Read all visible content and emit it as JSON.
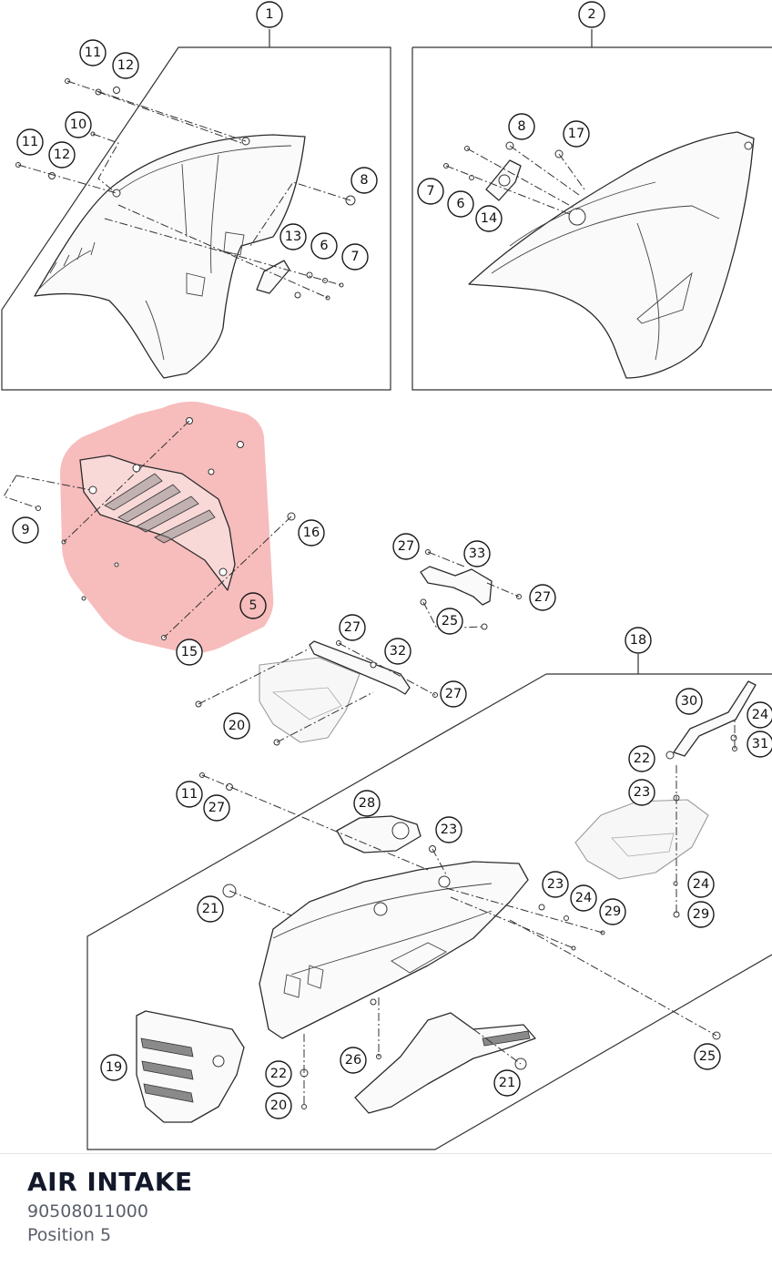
{
  "diagram": {
    "labels": [
      {
        "id": "g1",
        "text": "1"
      },
      {
        "id": "g2",
        "text": "2"
      },
      {
        "id": "a11",
        "text": "11"
      },
      {
        "id": "a12",
        "text": "12"
      },
      {
        "id": "a10",
        "text": "10"
      },
      {
        "id": "b11",
        "text": "11"
      },
      {
        "id": "b12",
        "text": "12"
      },
      {
        "id": "a8",
        "text": "8"
      },
      {
        "id": "a13",
        "text": "13"
      },
      {
        "id": "a6",
        "text": "6"
      },
      {
        "id": "a7",
        "text": "7"
      },
      {
        "id": "b8",
        "text": "8"
      },
      {
        "id": "b17",
        "text": "17"
      },
      {
        "id": "b7",
        "text": "7"
      },
      {
        "id": "b6",
        "text": "6"
      },
      {
        "id": "b14",
        "text": "14"
      },
      {
        "id": "c9",
        "text": "9"
      },
      {
        "id": "c16",
        "text": "16"
      },
      {
        "id": "c5",
        "text": "5"
      },
      {
        "id": "c15",
        "text": "15"
      },
      {
        "id": "d27a",
        "text": "27"
      },
      {
        "id": "d33",
        "text": "33"
      },
      {
        "id": "d27b",
        "text": "27"
      },
      {
        "id": "d25",
        "text": "25"
      },
      {
        "id": "d27c",
        "text": "27"
      },
      {
        "id": "d32",
        "text": "32"
      },
      {
        "id": "d27d",
        "text": "27"
      },
      {
        "id": "d20",
        "text": "20"
      },
      {
        "id": "g18",
        "text": "18"
      },
      {
        "id": "e30",
        "text": "30"
      },
      {
        "id": "e24a",
        "text": "24"
      },
      {
        "id": "e31",
        "text": "31"
      },
      {
        "id": "e22a",
        "text": "22"
      },
      {
        "id": "e23a",
        "text": "23"
      },
      {
        "id": "e11",
        "text": "11"
      },
      {
        "id": "e27",
        "text": "27"
      },
      {
        "id": "e28",
        "text": "28"
      },
      {
        "id": "e23b",
        "text": "23"
      },
      {
        "id": "e21a",
        "text": "21"
      },
      {
        "id": "e23c",
        "text": "23"
      },
      {
        "id": "e24b",
        "text": "24"
      },
      {
        "id": "e29a",
        "text": "29"
      },
      {
        "id": "e24c",
        "text": "24"
      },
      {
        "id": "e29b",
        "text": "29"
      },
      {
        "id": "e25",
        "text": "25"
      },
      {
        "id": "e19",
        "text": "19"
      },
      {
        "id": "e26",
        "text": "26"
      },
      {
        "id": "e22b",
        "text": "22"
      },
      {
        "id": "e20",
        "text": "20"
      },
      {
        "id": "e21b",
        "text": "21"
      }
    ],
    "highlight_color": "#f4a0a0"
  },
  "info": {
    "title": "AIR INTAKE",
    "part_number": "90508011000",
    "position": "Position 5"
  }
}
